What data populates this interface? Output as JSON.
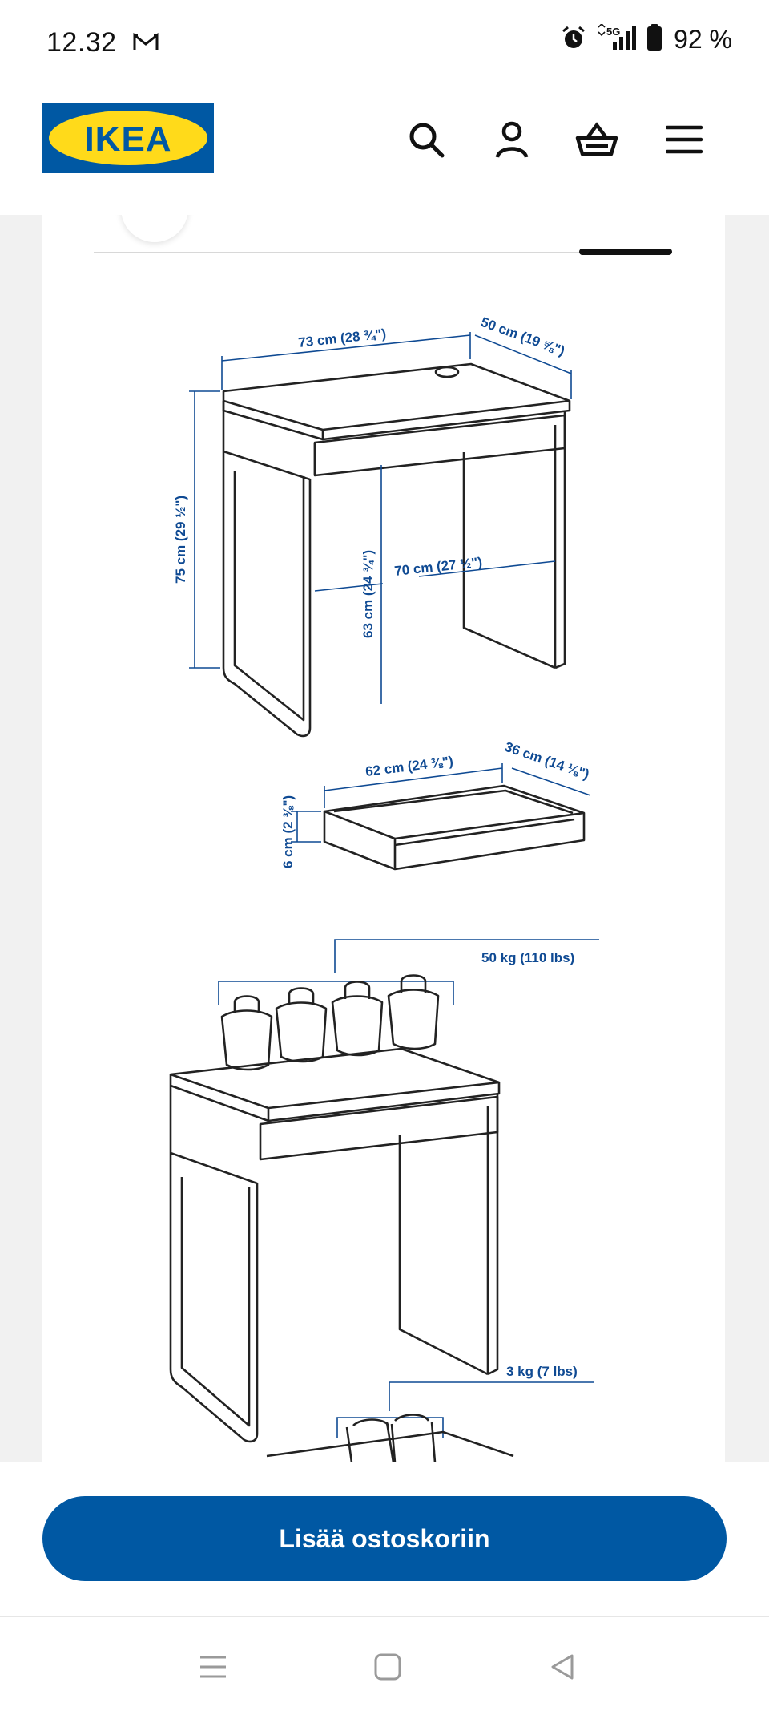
{
  "status": {
    "time": "12.32",
    "network": "5G",
    "battery": "92 %",
    "icons": [
      "gmail-icon",
      "alarm-icon",
      "signal-icon",
      "battery-icon"
    ]
  },
  "header": {
    "logo_text": "IKEA",
    "icons": [
      "search-icon",
      "account-icon",
      "cart-icon",
      "menu-icon"
    ]
  },
  "dimensions": {
    "desk_width": "73 cm (28 ¾\")",
    "desk_depth": "50 cm (19 ⅝\")",
    "desk_height": "75 cm (29 ½\")",
    "knee_height": "63 cm (24 ¾\")",
    "knee_width": "70 cm (27 ½\")",
    "drawer_width": "62 cm (24 ⅜\")",
    "drawer_depth": "36 cm (14 ⅛\")",
    "drawer_height": "6 cm (2 ⅜\")"
  },
  "loads": {
    "tabletop_max": "50 kg (110 lbs)",
    "drawer_max": "3 kg (7 lbs)"
  },
  "cta": {
    "label": "Lisää ostoskoriin"
  },
  "navbar": {
    "icons": [
      "recent-apps-icon",
      "home-icon",
      "back-icon"
    ]
  },
  "colors": {
    "ikea_blue": "#0058a3",
    "ikea_yellow": "#ffda1a",
    "dimension_blue": "#0f4a93"
  }
}
